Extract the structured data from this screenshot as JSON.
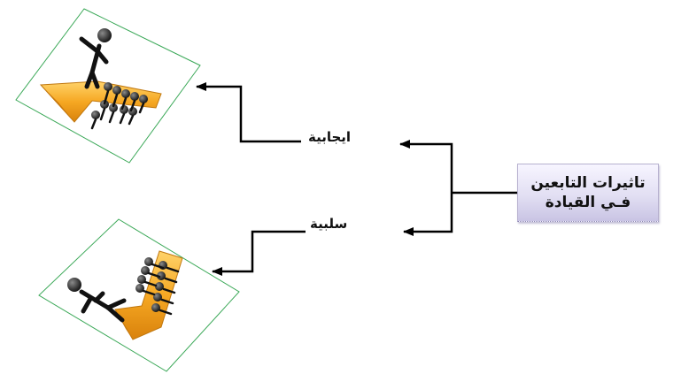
{
  "diagram": {
    "root": {
      "line1": "تاثيرات التابعين",
      "line2": "فـي القيادة"
    },
    "branches": [
      {
        "label": "ايجابية",
        "icon": "leader-standing-on-arrow-with-followers-icon"
      },
      {
        "label": "سلبية",
        "icon": "leader-fallen-on-arrow-with-followers-icon"
      }
    ],
    "colors": {
      "arrow_orange": "#f0a21e",
      "frame_green": "#3aa857",
      "connector": "#000000"
    }
  }
}
